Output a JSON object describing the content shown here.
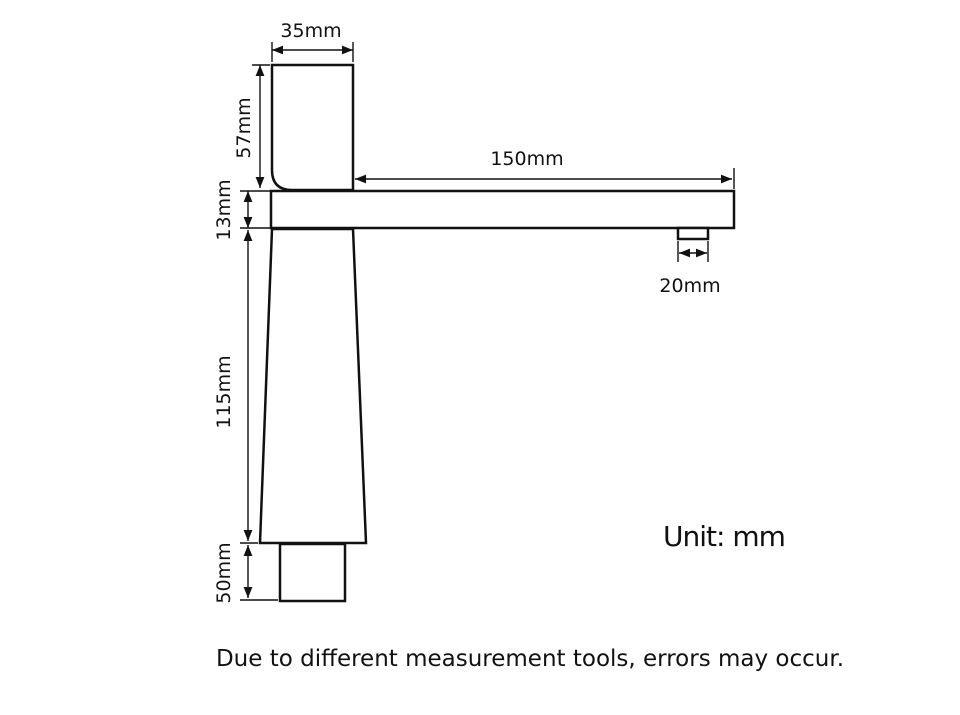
{
  "dimensions": {
    "top_width": "35mm",
    "handle_height": "57mm",
    "spout_length": "150mm",
    "spout_thickness": "13mm",
    "outlet_width": "20mm",
    "body_height": "115mm",
    "base_height": "50mm"
  },
  "unit_label": "Unit: mm",
  "disclaimer": "Due to different measurement tools, errors may occur.",
  "colors": {
    "line": "#111111",
    "background": "#ffffff"
  }
}
